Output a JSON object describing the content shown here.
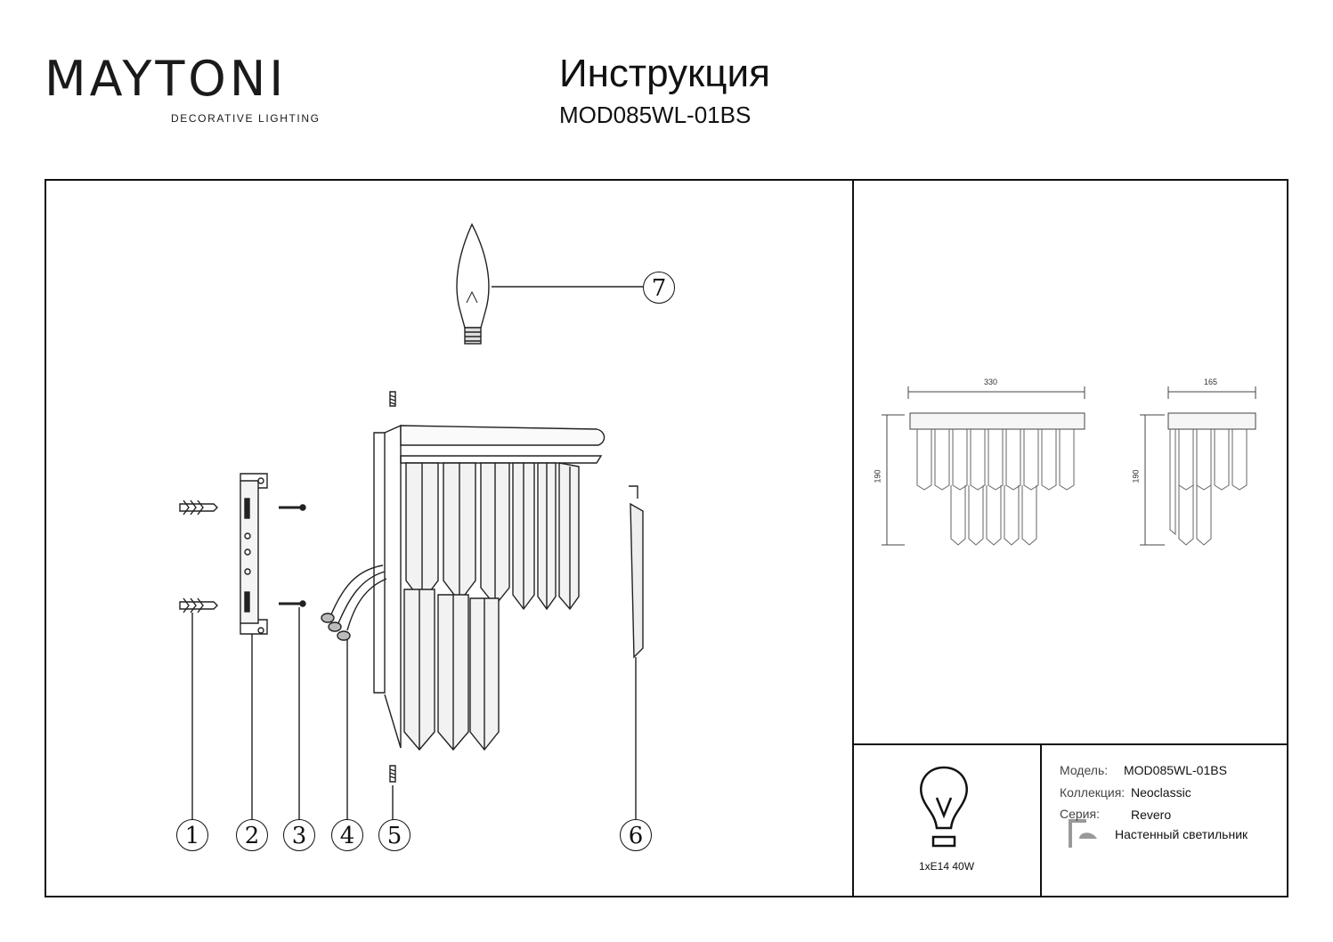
{
  "header": {
    "brand_text": "MAYTONI",
    "brand_sub": "DECORATIVE LIGHTING",
    "title": "Инструкция",
    "model_code": "MOD085WL-01BS"
  },
  "diagram": {
    "callouts": [
      "1",
      "2",
      "3",
      "4",
      "5",
      "6",
      "7"
    ]
  },
  "dimensions": {
    "front_width": "330",
    "side_width": "165",
    "front_height": "190",
    "side_height": "190"
  },
  "lamp_spec": "1xE14 40W",
  "info": {
    "model_label": "Модель:",
    "model_value": "MOD085WL-01BS",
    "collection_label": "Коллекция:",
    "collection_value": "Neoclassic",
    "series_label": "Серия:",
    "series_value": "Revero",
    "type_value": "Настенный светильник"
  },
  "icons": [
    "bulb-icon",
    "wall-lamp-icon"
  ]
}
